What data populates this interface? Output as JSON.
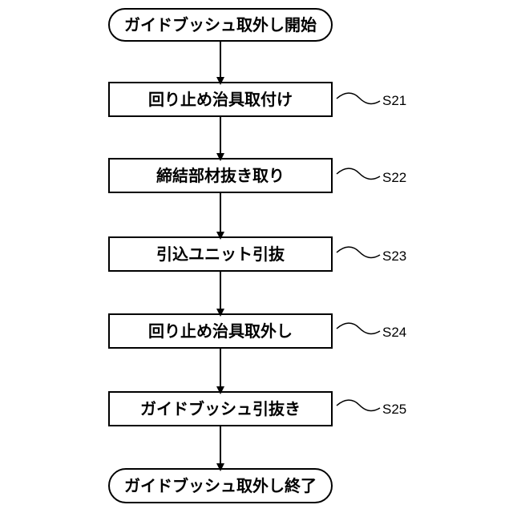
{
  "flowchart": {
    "start": {
      "label": "ガイドブッシュ取外し開始"
    },
    "steps": [
      {
        "label": "回り止め治具取付け",
        "id": "S21"
      },
      {
        "label": "締結部材抜き取り",
        "id": "S22"
      },
      {
        "label": "引込ユニット引抜",
        "id": "S23"
      },
      {
        "label": "回り止め治具取外し",
        "id": "S24"
      },
      {
        "label": "ガイドブッシュ引抜き",
        "id": "S25"
      }
    ],
    "end": {
      "label": "ガイドブッシュ取外し終了"
    }
  }
}
